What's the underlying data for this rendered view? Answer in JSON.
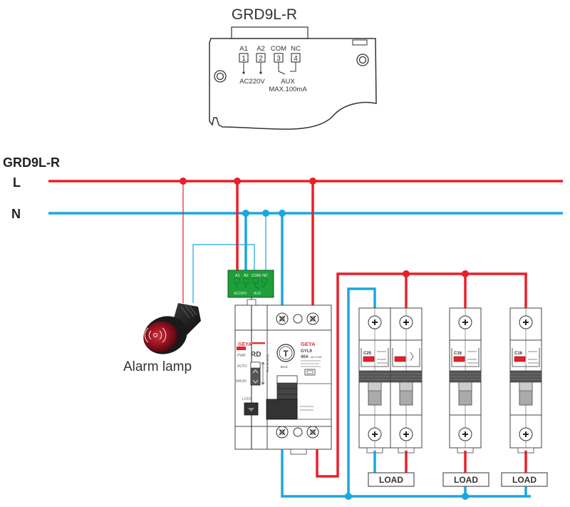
{
  "relay_drawing": {
    "title": "GRD9L-R",
    "terminals": [
      {
        "label": "A1",
        "num": "1"
      },
      {
        "label": "A2",
        "num": "2"
      },
      {
        "label": "COM",
        "num": "3"
      },
      {
        "label": "NC",
        "num": "4"
      }
    ],
    "supply_label": "AC220V",
    "aux_label": "AUX",
    "aux_rating": "MAX.100mA"
  },
  "wiring": {
    "title": "GRD9L-R",
    "line_label": "L",
    "neutral_label": "N",
    "colors": {
      "line": "#e8202a",
      "neutral": "#1aa7e0",
      "relay_green": "#1f9e3a",
      "lamp_red": "#8c0f1c"
    }
  },
  "green_module": {
    "terminals": [
      "A1",
      "A2",
      "COM",
      "NC"
    ],
    "supply_label": "AC220V",
    "aux_label": "AUX"
  },
  "alarm_lamp": {
    "label": "Alarm lamp"
  },
  "reclosing_unit": {
    "brand": "GEYA",
    "pwr_label": "PWR",
    "model_label": "RD",
    "auto_label": "AUTO",
    "manual_label": "MAUN",
    "lock_label": "LOCK",
    "test_label": "Test Monthly"
  },
  "rcbo": {
    "brand": "GEYA",
    "model": "GYL9",
    "rating": "40A",
    "sensitivity": "IΔn 0.03A",
    "test_button": "T"
  },
  "breakers": [
    {
      "rating": "C25",
      "poles": 2
    },
    {
      "rating": "C16",
      "poles": 1
    },
    {
      "rating": "C16",
      "poles": 1
    }
  ],
  "loads": [
    {
      "label": "LOAD"
    },
    {
      "label": "LOAD"
    },
    {
      "label": "LOAD"
    }
  ]
}
